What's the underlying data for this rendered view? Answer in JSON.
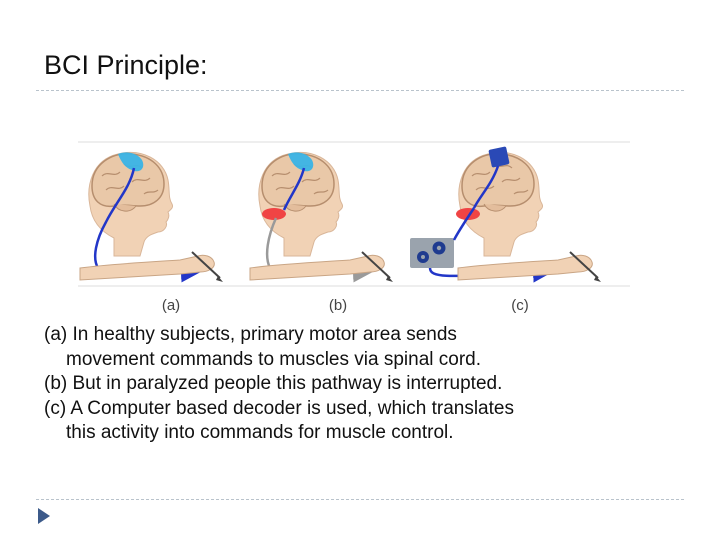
{
  "slide": {
    "title": "BCI Principle:"
  },
  "figure": {
    "panels": [
      {
        "label": "(a)"
      },
      {
        "label": "(b)"
      },
      {
        "label": "(c)"
      }
    ]
  },
  "caption": {
    "lines": [
      "(a) In healthy subjects, primary motor area sends",
      "movement commands to muscles via spinal cord.",
      "(b) But in paralyzed people this pathway is interrupted.",
      "(c) A Computer based decoder is used, which translates",
      "this activity into commands for muscle control."
    ]
  },
  "colors": {
    "brain": "#e9c8a8",
    "motor_area": "#3ab4e6",
    "motor_area_c": "#2a49b6",
    "pathway": "#2236c8",
    "interrupted_pathway": "#9a9a9a",
    "lesion": "#f04444",
    "decoder_box": "#9aa3ad",
    "gear": "#1f3b8f",
    "skin": "#f1d2b5"
  }
}
